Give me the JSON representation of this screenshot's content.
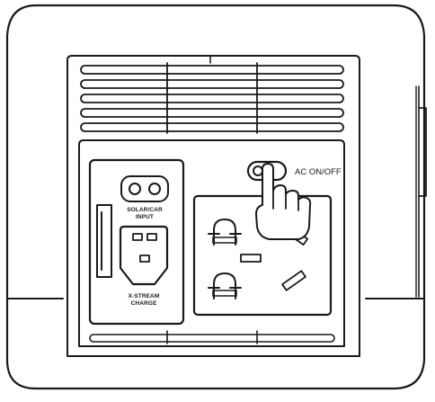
{
  "diagram": {
    "solar_label_line1": "SOLAR/CAR",
    "solar_label_line2": "INPUT",
    "xstream_label_line1": "X-STREAM",
    "xstream_label_line2": "CHARGE",
    "switch_label": "AC ON/OFF"
  },
  "colors": {
    "stroke": "#1a1a1a",
    "fill": "#ffffff"
  }
}
